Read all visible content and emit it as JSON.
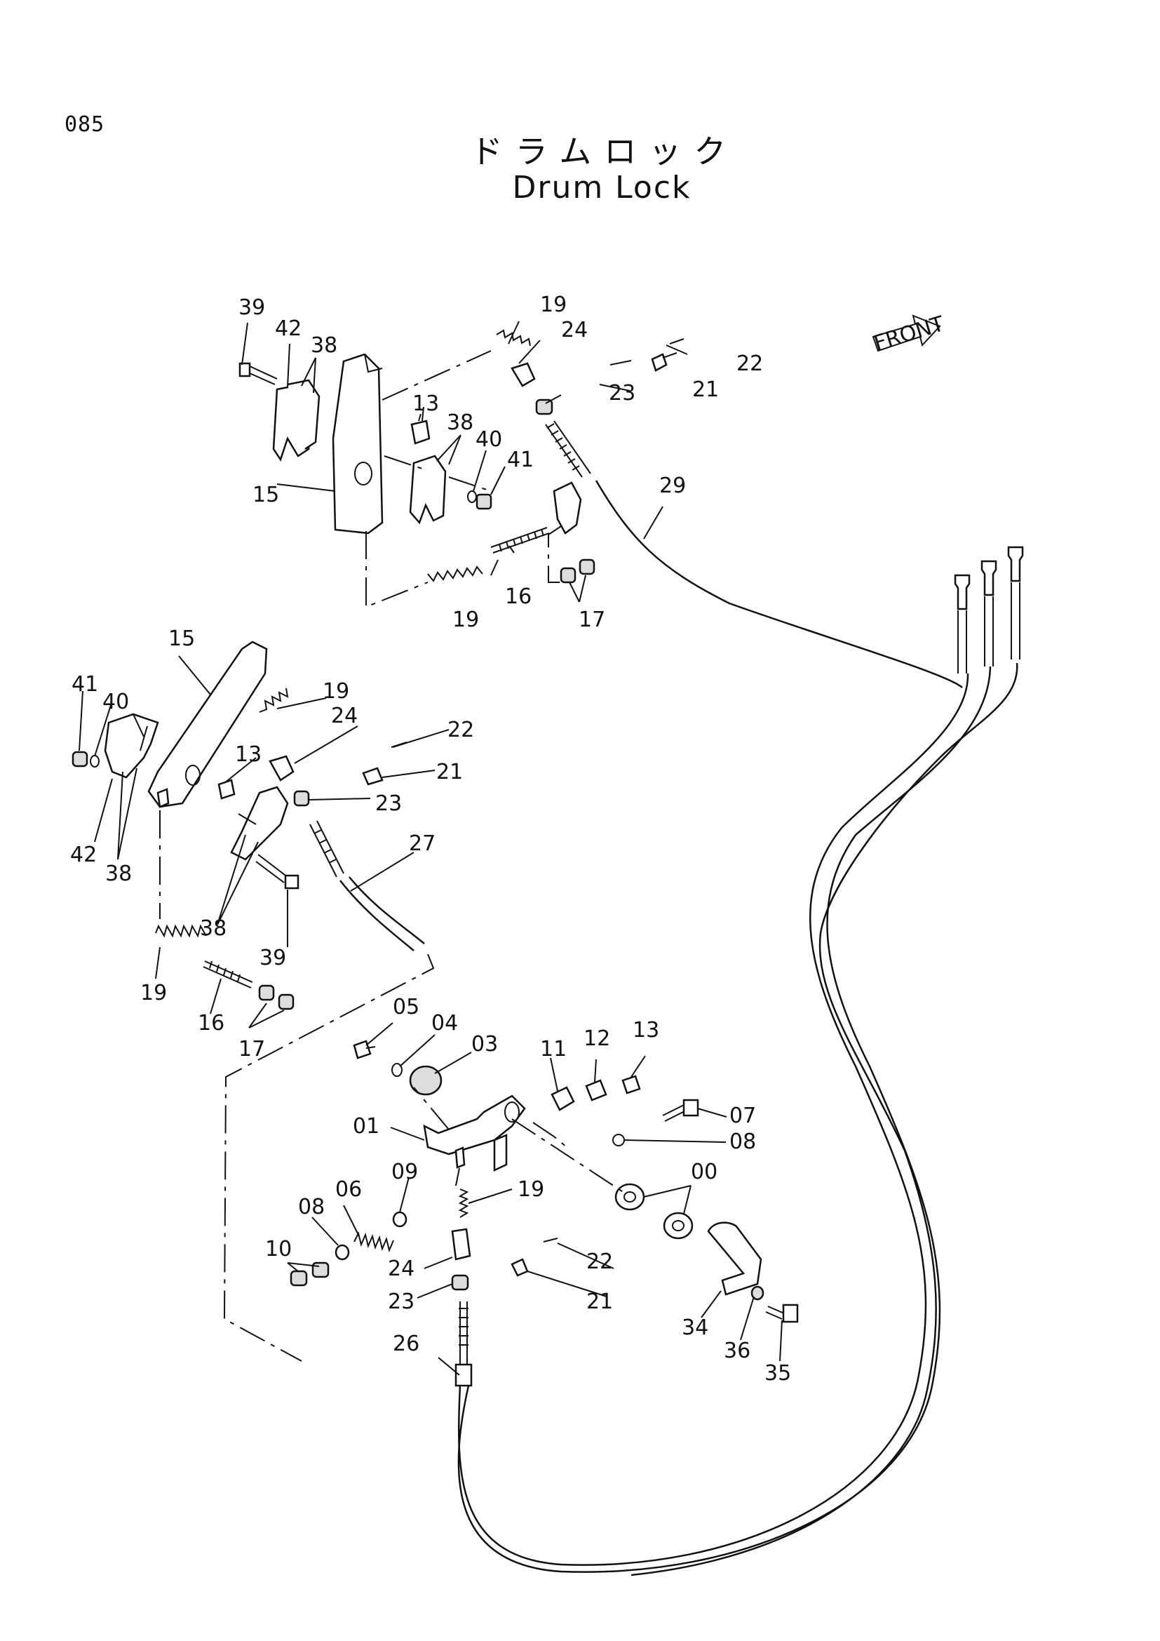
{
  "page": {
    "number": "085"
  },
  "title": {
    "japanese": "ドラムロック",
    "english": "Drum Lock"
  },
  "front_badge": "FRONT",
  "callouts": {
    "upper_assembly": [
      "39",
      "42",
      "38",
      "19",
      "24",
      "22",
      "21",
      "23",
      "13",
      "38",
      "40",
      "41",
      "15",
      "29",
      "16",
      "19",
      "17"
    ],
    "middle_assembly": [
      "15",
      "41",
      "40",
      "19",
      "24",
      "22",
      "21",
      "13",
      "23",
      "42",
      "38",
      "27",
      "38",
      "39",
      "19",
      "16",
      "17"
    ],
    "lower_assembly": [
      "05",
      "04",
      "03",
      "11",
      "12",
      "13",
      "07",
      "01",
      "08",
      "09",
      "00",
      "06",
      "19",
      "08",
      "22",
      "10",
      "24",
      "21",
      "23",
      "34",
      "36",
      "35",
      "26"
    ]
  }
}
